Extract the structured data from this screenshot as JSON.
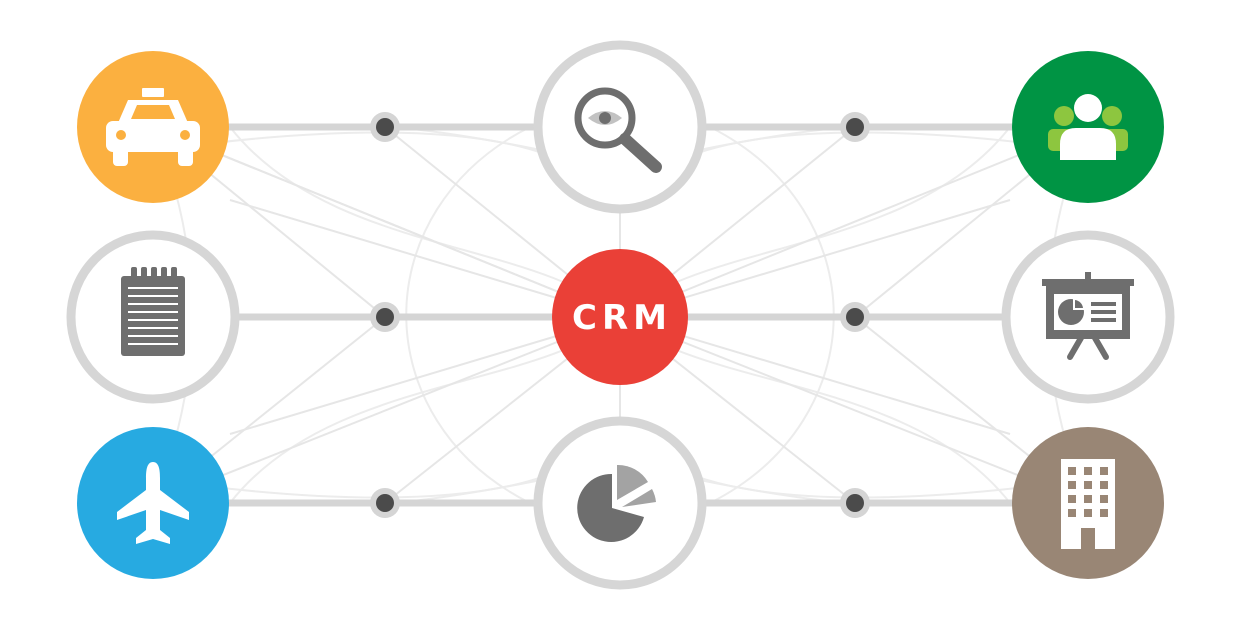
{
  "center": {
    "label": "CRM",
    "color": "#ea4037"
  },
  "colors": {
    "line": "#d5d5d5",
    "thin_line": "#e9e9e9",
    "ring": "#d6d6d6",
    "joint": "#4b4b4b",
    "icon_gray": "#6e6e6e",
    "taxi": "#fbb040",
    "team": "#009444",
    "team_light": "#8dc63f",
    "plane": "#27aae1",
    "building": "#998675"
  },
  "nodes": [
    {
      "icon": "taxi-icon",
      "style": "filled"
    },
    {
      "icon": "search-eye-icon",
      "style": "outlined"
    },
    {
      "icon": "team-icon",
      "style": "filled"
    },
    {
      "icon": "notepad-icon",
      "style": "outlined"
    },
    {
      "icon": "presentation-board-icon",
      "style": "outlined"
    },
    {
      "icon": "airplane-icon",
      "style": "filled"
    },
    {
      "icon": "pie-chart-icon",
      "style": "outlined"
    },
    {
      "icon": "office-building-icon",
      "style": "filled"
    }
  ]
}
